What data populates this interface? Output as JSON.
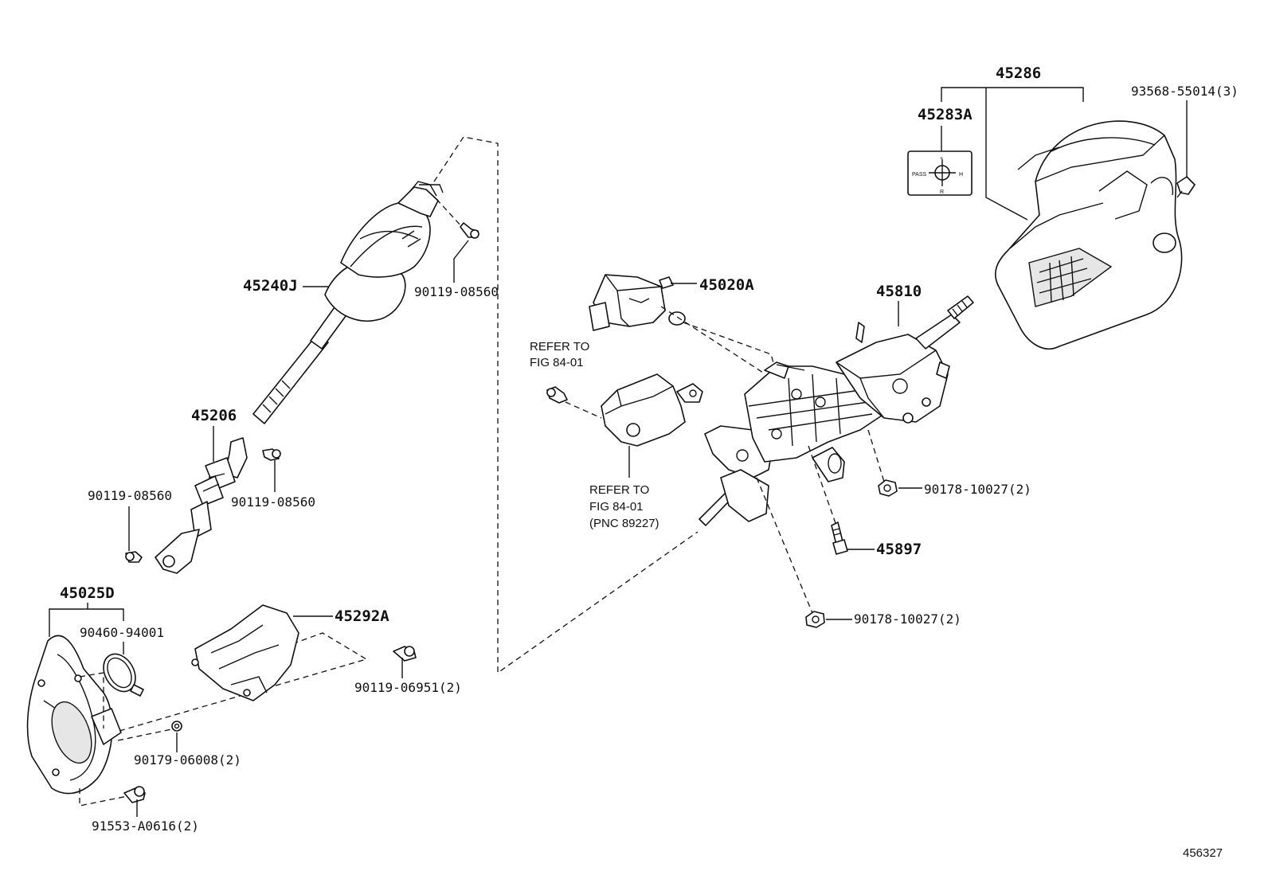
{
  "figure_id": "456327",
  "labels": {
    "p45286": "45286",
    "p45283A": "45283A",
    "p93568": "93568-55014(3)",
    "p45240J": "45240J",
    "p90119_top": "90119-08560",
    "p45020A": "45020A",
    "p45810": "45810",
    "refer1_line1": "REFER TO",
    "refer1_line2": "FIG 84-01",
    "refer2_line1": "REFER TO",
    "refer2_line2": "FIG 84-01",
    "refer2_line3": "(PNC 89227)",
    "p45206": "45206",
    "p90119_left": "90119-08560",
    "p90119_mid": "90119-08560",
    "p90178_a": "90178-10027(2)",
    "p45897": "45897",
    "p90178_b": "90178-10027(2)",
    "p45025D": "45025D",
    "p90460": "90460-94001",
    "p45292A": "45292A",
    "p90119_06951": "90119-06951(2)",
    "p90179": "90179-06008(2)",
    "p91553": "91553-A0616(2)"
  },
  "switch_legend": {
    "pass": "PASS",
    "up": "+",
    "down": "R",
    "right": "H"
  }
}
